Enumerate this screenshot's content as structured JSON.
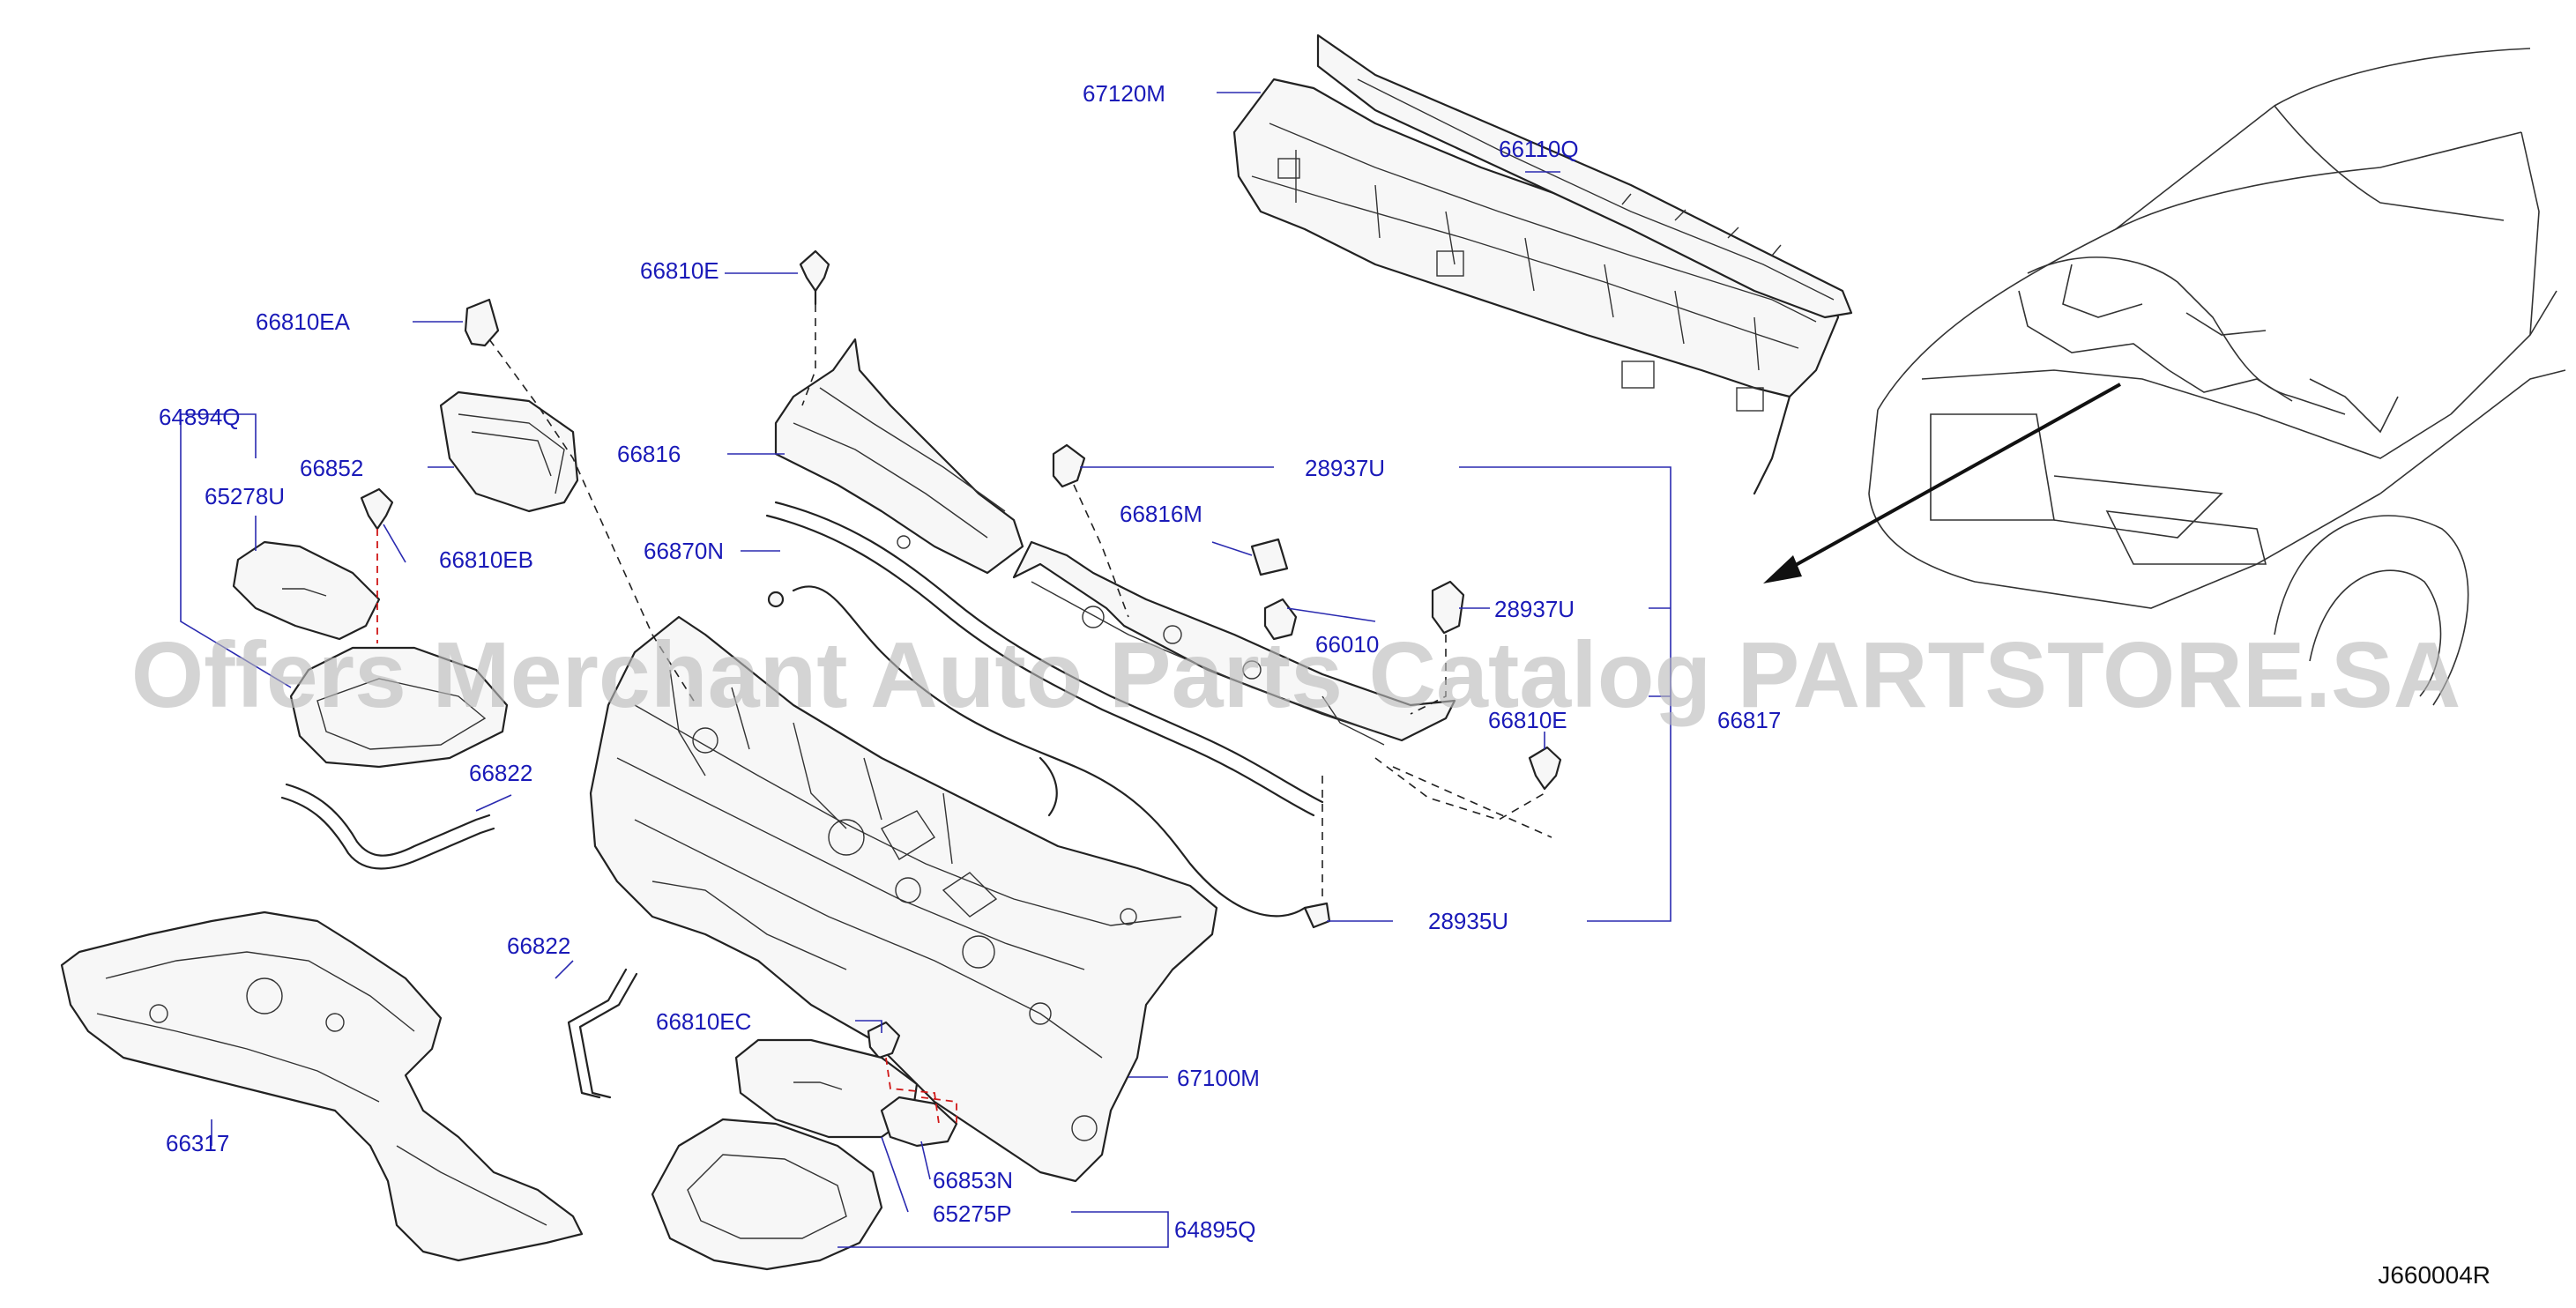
{
  "labels": {
    "p67120M": "67120M",
    "p66110Q": "66110Q",
    "p66810E_top": "66810E",
    "p66810EA": "66810EA",
    "p64894Q": "64894Q",
    "p66852": "66852",
    "p66816": "66816",
    "p28937U_top": "28937U",
    "p65278U": "65278U",
    "p66816M": "66816M",
    "p66810EB": "66810EB",
    "p66870N": "66870N",
    "p66010": "66010",
    "p28937U_right": "28937U",
    "p66810E_right": "66810E",
    "p66817": "66817",
    "p66822_top": "66822",
    "p28935U": "28935U",
    "p66822_bottom": "66822",
    "p66810EC": "66810EC",
    "p67100M": "67100M",
    "p66317": "66317",
    "p66853N": "66853N",
    "p65275P": "65275P",
    "p64895Q": "64895Q"
  },
  "diagram_code": "J660004R",
  "watermark": "Offers Merchant Auto Parts Catalog PARTSTORE.SA",
  "colors": {
    "label": "#1a1ab8",
    "line": "#222222",
    "leader": "#2a2ab0",
    "clip_dash": "#d01818",
    "watermark": "#b9b9b9"
  }
}
